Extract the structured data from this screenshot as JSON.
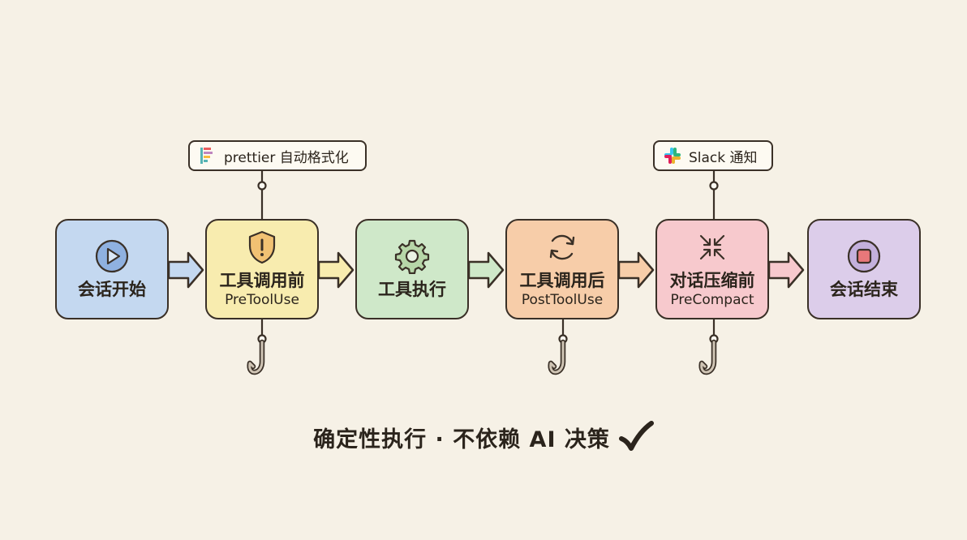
{
  "nodes": [
    {
      "title": "会话开始",
      "subtitle": "",
      "icon": "play-icon",
      "color": "#c4d8f0"
    },
    {
      "title": "工具调用前",
      "subtitle": "PreToolUse",
      "icon": "warning-shield-icon",
      "color": "#f8ecaf"
    },
    {
      "title": "工具执行",
      "subtitle": "",
      "icon": "gear-icon",
      "color": "#cfe8c9"
    },
    {
      "title": "工具调用后",
      "subtitle": "PostToolUse",
      "icon": "refresh-icon",
      "color": "#f7cda9"
    },
    {
      "title": "对话压缩前",
      "subtitle": "PreCompact",
      "icon": "compress-icon",
      "color": "#f7c9cd"
    },
    {
      "title": "会话结束",
      "subtitle": "",
      "icon": "stop-icon",
      "color": "#dccdea"
    }
  ],
  "callouts": [
    {
      "label": "prettier 自动格式化",
      "icon": "prettier-icon",
      "attached_to": "工具调用前"
    },
    {
      "label": "Slack 通知",
      "icon": "slack-icon",
      "attached_to": "对话压缩前"
    }
  ],
  "hooks": [
    {
      "icon": "hook-icon",
      "attached_to": "工具调用前"
    },
    {
      "icon": "hook-icon",
      "attached_to": "工具调用后"
    },
    {
      "icon": "hook-icon",
      "attached_to": "对话压缩前"
    }
  ],
  "footer": {
    "text": "确定性执行 · 不依赖 AI 决策",
    "icon": "check-icon"
  }
}
